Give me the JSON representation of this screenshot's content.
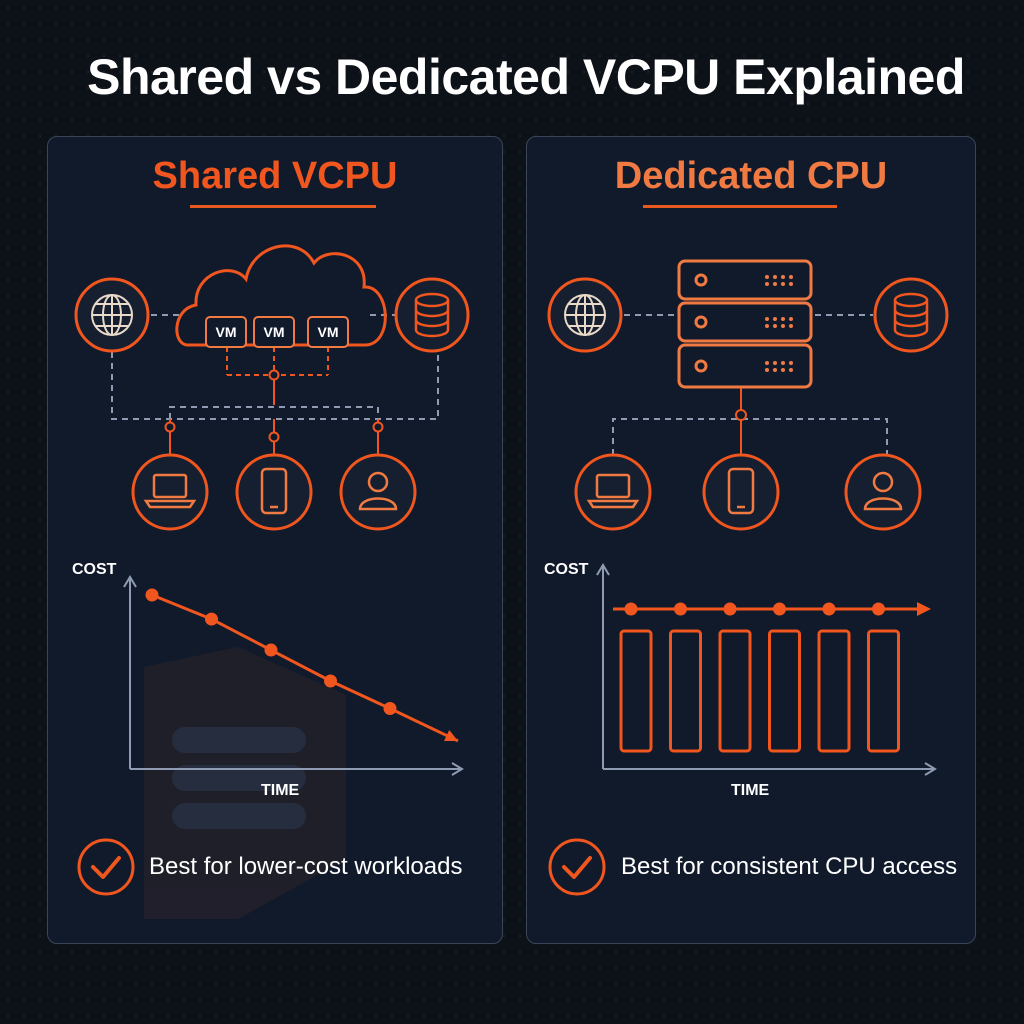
{
  "title": "Shared vs Dedicated VCPU Explained",
  "colors": {
    "background": "#0d1118",
    "panel": "#111a2b",
    "panel_border": "#3b4559",
    "accent": "#f0561e",
    "accent_light": "#f07a42",
    "connector": "#8e9bb3",
    "text": "#ffffff"
  },
  "shared": {
    "title": "Shared VCPU",
    "vm_labels": [
      "VM",
      "VM",
      "VM"
    ],
    "icons": [
      "globe-icon",
      "cloud-icon",
      "database-icon",
      "laptop-icon",
      "phone-icon",
      "user-icon"
    ],
    "summary": "Best for lower-cost workloads"
  },
  "dedicated": {
    "title": "Dedicated CPU",
    "icons": [
      "globe-icon",
      "server-rack-icon",
      "database-icon",
      "laptop-icon",
      "phone-icon",
      "user-icon"
    ],
    "summary": "Best for consistent CPU access"
  },
  "chart_data": [
    {
      "type": "line",
      "xlabel": "TIME",
      "ylabel": "COST",
      "x": [
        1,
        2,
        3,
        4,
        5
      ],
      "series": [
        {
          "values": [
            5,
            4.3,
            3.4,
            2.5,
            1.7
          ]
        }
      ],
      "trend": "decreasing",
      "axis_ticks": false
    },
    {
      "type": "bar",
      "xlabel": "TIME",
      "ylabel": "COST",
      "categories": [
        "1",
        "2",
        "3",
        "4",
        "5",
        "6"
      ],
      "values": [
        1,
        1,
        1,
        1,
        1,
        1
      ],
      "overlay_line": [
        1,
        1,
        1,
        1,
        1,
        1
      ],
      "trend": "constant",
      "axis_ticks": false
    }
  ]
}
